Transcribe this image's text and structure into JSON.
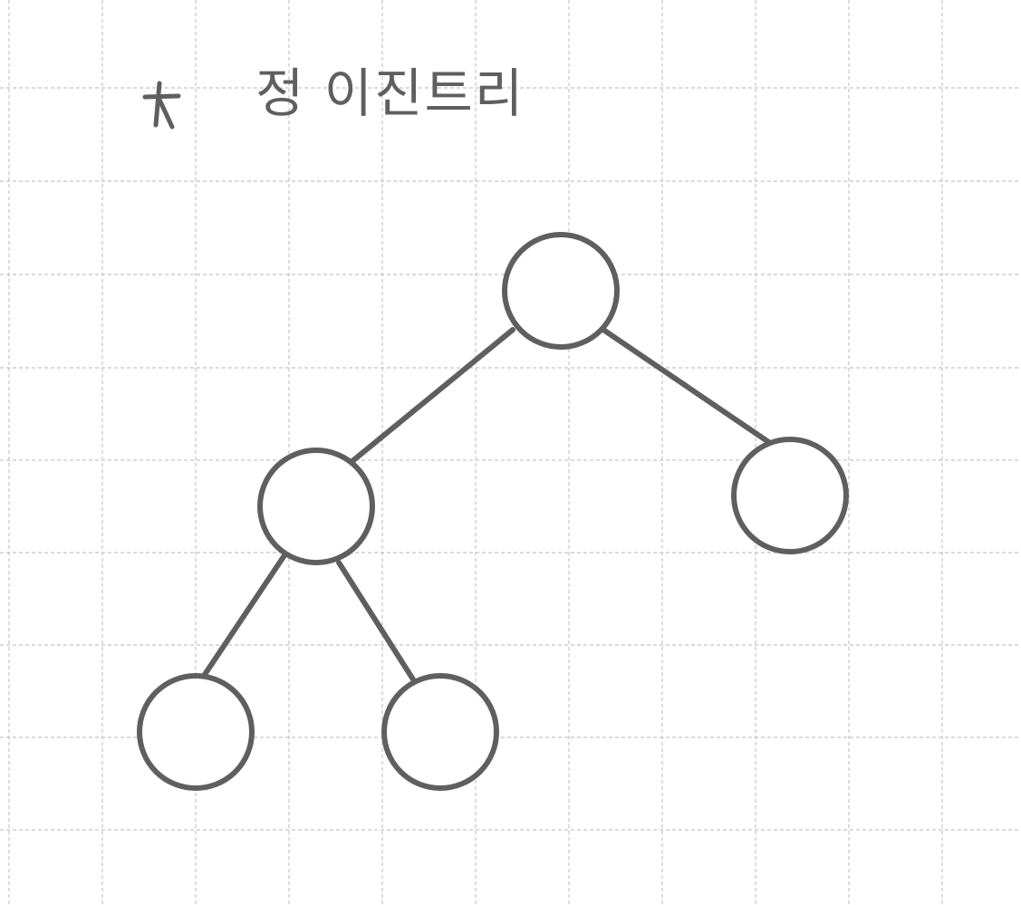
{
  "title": {
    "bullet_icon": "asterisk-icon",
    "text": "정 이진트리"
  },
  "tree": {
    "root": "node-root",
    "nodes": [
      "node-root",
      "node-left",
      "node-right",
      "node-left-left",
      "node-left-right"
    ],
    "edges": [
      [
        "node-root",
        "node-left"
      ],
      [
        "node-root",
        "node-right"
      ],
      [
        "node-left",
        "node-left-left"
      ],
      [
        "node-left",
        "node-left-right"
      ]
    ]
  },
  "colors": {
    "ink": "#5f5f5f",
    "grid": "#c4c4c4",
    "background": "#ffffff"
  }
}
